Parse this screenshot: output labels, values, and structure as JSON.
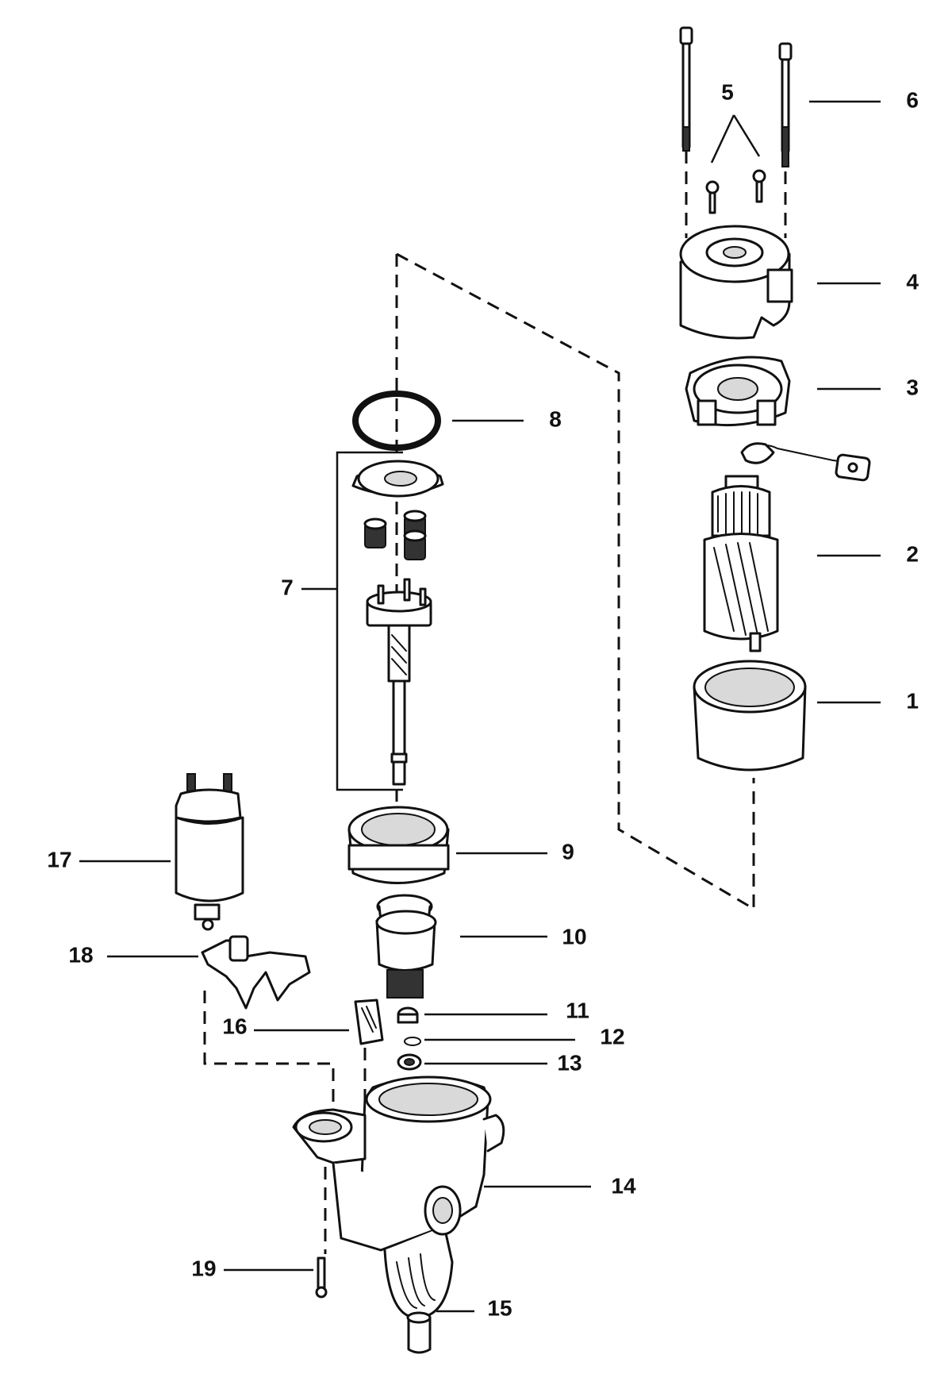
{
  "diagram": {
    "callouts": [
      {
        "label": "1"
      },
      {
        "label": "2"
      },
      {
        "label": "3"
      },
      {
        "label": "4"
      },
      {
        "label": "5"
      },
      {
        "label": "6"
      },
      {
        "label": "7"
      },
      {
        "label": "8"
      },
      {
        "label": "9"
      },
      {
        "label": "10"
      },
      {
        "label": "11"
      },
      {
        "label": "12"
      },
      {
        "label": "13"
      },
      {
        "label": "14"
      },
      {
        "label": "15"
      },
      {
        "label": "16"
      },
      {
        "label": "17"
      },
      {
        "label": "18"
      },
      {
        "label": "19"
      }
    ]
  }
}
